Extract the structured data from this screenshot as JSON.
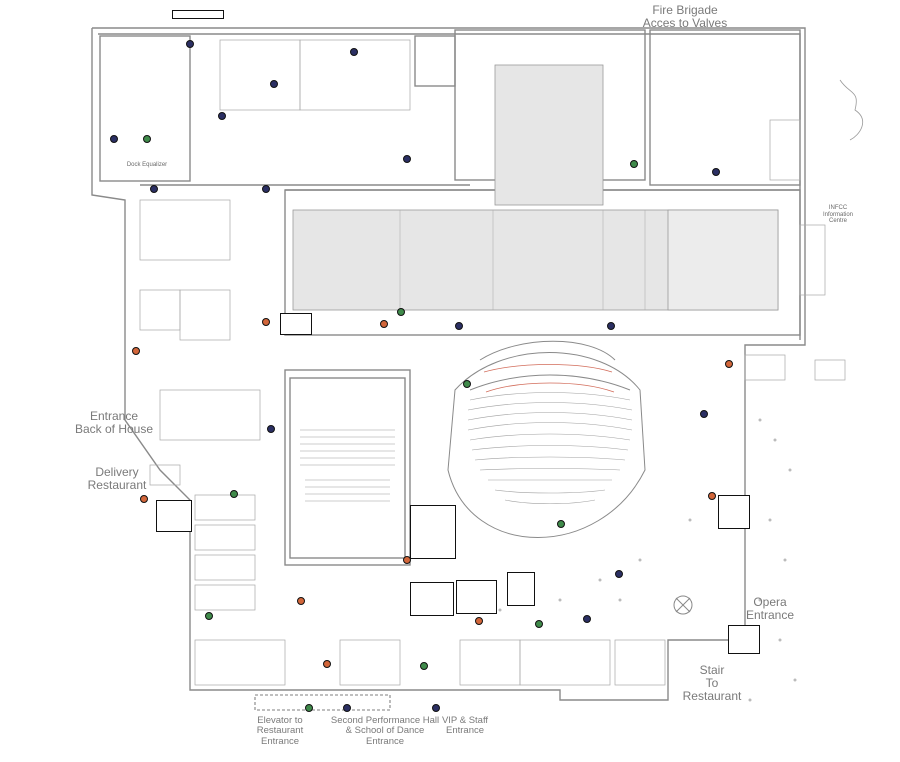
{
  "labels": {
    "fire_brigade": "Fire Brigade\nAcces to Valves",
    "entrance_boh": "Entrance\nBack of House",
    "delivery": "Delivery\nRestaurant",
    "opera_entrance": "Opera\nEntrance",
    "stair_restaurant": "Stair\nTo\nRestaurant",
    "elevator_restaurant": "Elevator to\nRestaurant\nEntrance",
    "second_hall": "Second Performance Hall\n& School of Dance\nEntrance",
    "vip_staff": "VIP & Staff\nEntrance",
    "dock": "Dock Equalizer",
    "info_centre": "INFCC\nInformation\nCentre"
  },
  "legend_colors": {
    "navy": "#2b2f63",
    "green": "#3f8a4a",
    "orange": "#d2663a",
    "lime": "#7ccf6a",
    "grey": "#9a9a9a"
  }
}
